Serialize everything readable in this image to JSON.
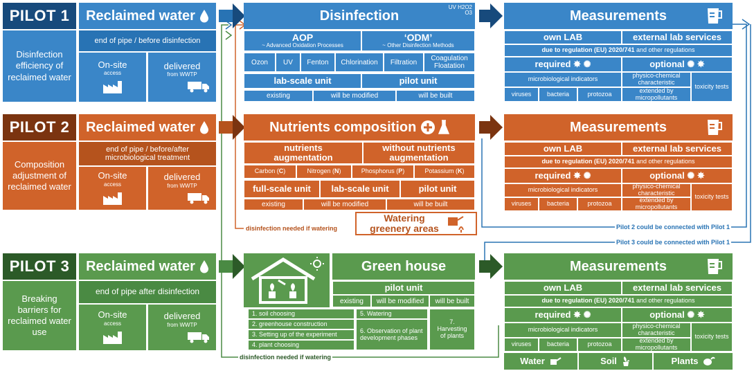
{
  "pilot1": {
    "title": "PILOT 1",
    "description": "Disinfection efficiency of reclaimed water",
    "rw_title": "Reclaimed water",
    "rw_source": "end of pipe / before disinfection",
    "onsite": "On-site",
    "onsite_sub": "access",
    "delivered": "delivered",
    "delivered_sub": "from WWTP",
    "process_title": "Disinfection",
    "process_icon_text": [
      "UV",
      "H2O2",
      "O3"
    ],
    "aop": "AOP",
    "aop_sub": "~ Advanced Oxidation Processes",
    "odm": "‘ODM’",
    "odm_sub": "~ Other Disinfection Methods",
    "methods": [
      "Ozon",
      "UV",
      "Fenton",
      "Chlorination",
      "Filtration",
      "Coagulation Floatation"
    ],
    "units": [
      "lab-scale unit",
      "pilot unit"
    ],
    "status": [
      "existing",
      "will be modified",
      "will be built"
    ]
  },
  "pilot2": {
    "title": "PILOT 2",
    "description": "Composition adjustment of reclaimed water",
    "rw_title": "Reclaimed water",
    "rw_source": "end of pipe / before/after microbiological treatment",
    "onsite": "On-site",
    "onsite_sub": "access",
    "delivered": "delivered",
    "delivered_sub": "from WWTP",
    "process_title": "Nutrients composition",
    "with_nutrients": "nutrients augmentation",
    "without_nutrients": "without nutrients augmentation",
    "nutrients": [
      {
        "name": "Carbon",
        "symbol": "C"
      },
      {
        "name": "Nitrogen",
        "symbol": "N"
      },
      {
        "name": "Phosphorus",
        "symbol": "P"
      },
      {
        "name": "Potassium",
        "symbol": "K"
      }
    ],
    "units": [
      "full-scale unit",
      "lab-scale unit",
      "pilot unit"
    ],
    "status": [
      "existing",
      "will be modified",
      "will be built"
    ],
    "watering": "Watering greenery areas",
    "disinfection_note": "disinfection needed if watering"
  },
  "pilot3": {
    "title": "PILOT 3",
    "description": "Breaking barriers for reclaimed water use",
    "rw_title": "Reclaimed water",
    "rw_source": "end of pipe after disinfection",
    "onsite": "On-site",
    "onsite_sub": "access",
    "delivered": "delivered",
    "delivered_sub": "from WWTP",
    "process_title": "Green house",
    "unit": "pilot unit",
    "status": [
      "existing",
      "will be modified",
      "will be built"
    ],
    "steps_left": [
      "1. soil choosing",
      "2. greenhouse construction",
      "3. Setting up of the experiment",
      "4. plant choosing"
    ],
    "steps_mid": [
      "5. Watering",
      "6. Observation of plant development phases"
    ],
    "step_right": "7. Harvesting of plants",
    "disinfection_note": "disinfection needed if watering",
    "outputs": [
      "Water",
      "Soil",
      "Plants"
    ]
  },
  "measurements": {
    "title": "Measurements",
    "own_lab": "own LAB",
    "external": "external lab services",
    "regulation_bold": "due to regulation (EU) 2020/741",
    "regulation_rest": "and other regulations",
    "required": "required",
    "optional": "optional",
    "micro": "microbiological indicators",
    "physchem": "physico-chemical characteristic",
    "micropoll": "extended by micropollutants",
    "toxicity": "toxicity tests",
    "micro_items": [
      "viruses",
      "bacteria",
      "protozoa"
    ]
  },
  "connections": {
    "pilot2_to_pilot1": "Pilot 2 could be connected with Pilot 1",
    "pilot3_to_pilot1": "Pilot 3 could be connected with Pilot 1"
  },
  "colors": {
    "blue_dark": "#174a7c",
    "blue": "#3a86c8",
    "orange_dark": "#7b3410",
    "orange": "#d0632a",
    "green_dark": "#2c5a28",
    "green": "#5a9a4e"
  }
}
